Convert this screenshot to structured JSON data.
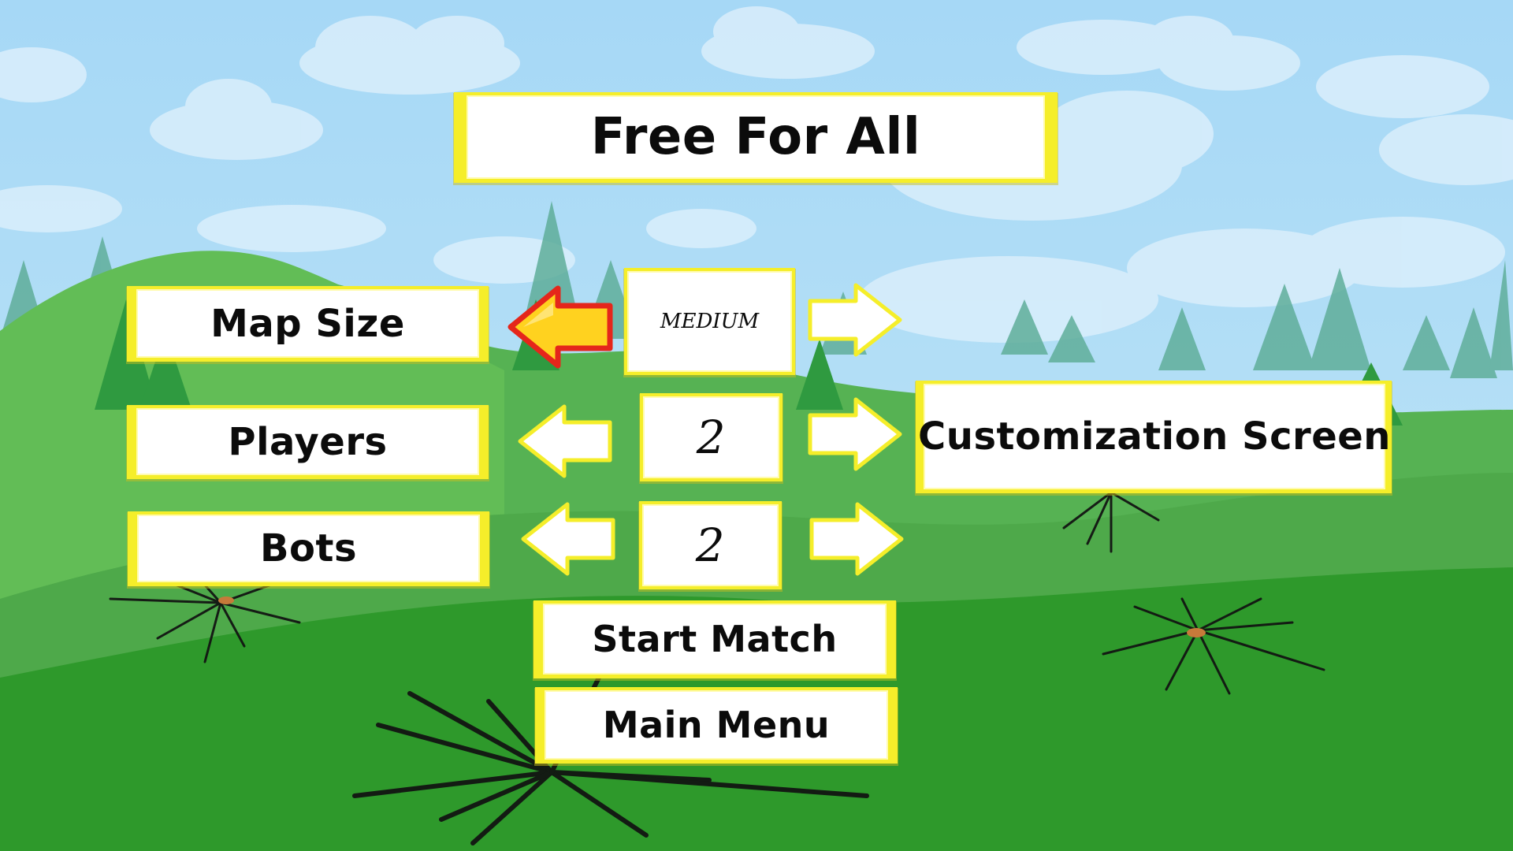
{
  "title": "Free For All",
  "settings": {
    "map_size": {
      "label": "Map Size",
      "value": "MEDIUM"
    },
    "players": {
      "label": "Players",
      "value": "2"
    },
    "bots": {
      "label": "Bots",
      "value": "2"
    }
  },
  "buttons": {
    "customization": "Customization Screen",
    "start_match": "Start Match",
    "main_menu": "Main Menu"
  },
  "icons": {
    "arrow_left": "arrow-left-icon",
    "arrow_right": "arrow-right-icon",
    "arrow_left_selected": "arrow-left-selected-icon"
  },
  "colors": {
    "panel_border": "#f5ee2a",
    "panel_fill": "#ffffff",
    "arrow_selected_fill": "#ffd21f",
    "arrow_selected_outline": "#e5261b",
    "sky": "#a9daf5",
    "grass": "#2f9a2c"
  }
}
